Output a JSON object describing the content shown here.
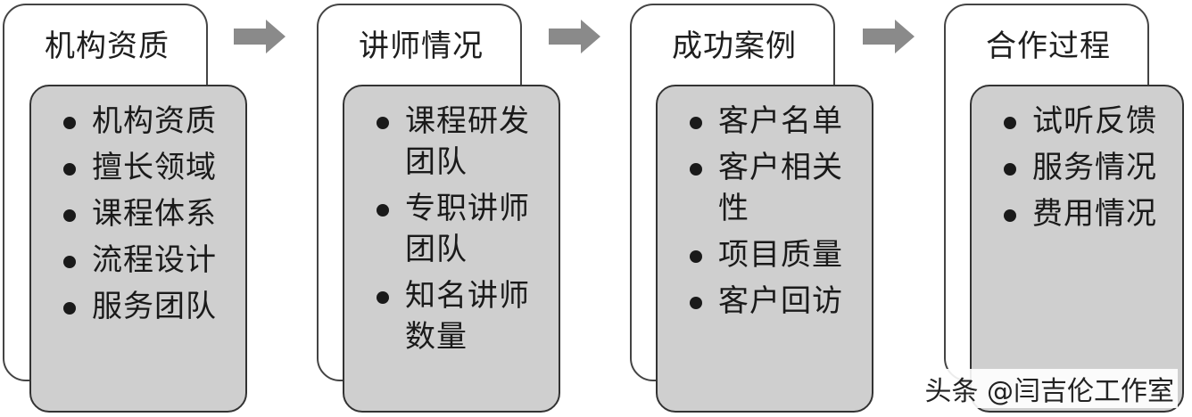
{
  "stages": [
    {
      "title": "机构资质",
      "items": [
        "机构资质",
        "擅长领域",
        "课程体系",
        "流程设计",
        "服务团队"
      ]
    },
    {
      "title": "讲师情况",
      "items": [
        "课程研发团队",
        "专职讲师团队",
        "知名讲师数量"
      ]
    },
    {
      "title": "成功案例",
      "items": [
        "客户名单",
        "客户相关性",
        "项目质量",
        "客户回访"
      ]
    },
    {
      "title": "合作过程",
      "items": [
        "试听反馈",
        "服务情况",
        "费用情况"
      ]
    }
  ],
  "watermark": "头条 @闫吉伦工作室",
  "colors": {
    "card_fill": "#cfcfcf",
    "arrow_fill": "#8a8a8a",
    "outline": "#333333"
  }
}
